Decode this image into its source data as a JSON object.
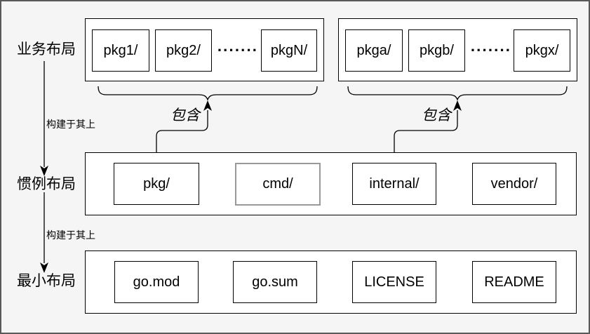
{
  "diagram": {
    "rows": [
      {
        "label": "业务布局"
      },
      {
        "label": "惯例布局"
      },
      {
        "label": "最小布局"
      }
    ],
    "edge_labels": {
      "build_on_1": "构建于其上",
      "build_on_2": "构建于其上",
      "contains_1": "包含",
      "contains_2": "包含"
    },
    "groups": {
      "business_left": {
        "items": [
          "pkg1/",
          "pkg2/",
          "pkgN/"
        ],
        "ellipsis": "·······"
      },
      "business_right": {
        "items": [
          "pkga/",
          "pkgb/",
          "pkgx/"
        ],
        "ellipsis": "·······"
      },
      "convention": {
        "items": [
          "pkg/",
          "cmd/",
          "internal/",
          "vendor/"
        ]
      },
      "minimal": {
        "items": [
          "go.mod",
          "go.sum",
          "LICENSE",
          "README"
        ]
      }
    },
    "colors": {
      "background": "#f5f5f5",
      "frame_border": "#595959",
      "node_border": "#000000",
      "highlight_border": "#999999",
      "node_fill": "#ffffff"
    }
  }
}
